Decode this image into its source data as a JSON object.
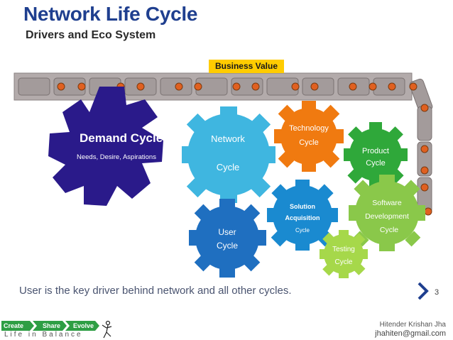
{
  "header": {
    "title": "Network Life Cycle",
    "subtitle": "Drivers and Eco System"
  },
  "business_value_label": "Business Value",
  "gears": {
    "demand": {
      "title": "Demand Cycle",
      "sub": "Needs, Desire, Aspirations",
      "color": "#2a1a8a"
    },
    "network": {
      "line1": "Network",
      "line2": "Cycle",
      "color": "#3fb6e0"
    },
    "technology": {
      "line1": "Technology",
      "line2": "Cycle",
      "color": "#f07a10"
    },
    "product": {
      "line1": "Product",
      "line2": "Cycle",
      "color": "#2fa83a"
    },
    "user": {
      "line1": "User",
      "line2": "Cycle",
      "color": "#1f6fc0"
    },
    "solution": {
      "line1": "Solution",
      "line2": "Acquisition",
      "line3": "Cycle",
      "color": "#1a8ad0"
    },
    "software": {
      "line1": "Software",
      "line2": "Development",
      "line3": "Cycle",
      "color": "#8ac84a"
    },
    "testing": {
      "line1": "Testing",
      "line2": "Cycle",
      "color": "#a6d84a"
    }
  },
  "caption": "User is the key driver behind network and all other cycles.",
  "page_number": "3",
  "footer": {
    "author": "Hitender Krishan Jha",
    "email": "jhahiten@gmail.com",
    "tagline": "Life in Balance",
    "steps": [
      "Create",
      "Share",
      "Evolve"
    ]
  },
  "colors": {
    "title": "#1f3f8f",
    "chain": "#a39b9b",
    "link_dot": "#e06020",
    "badge": "#ffcc00",
    "step_arrow": "#2e9e44"
  }
}
